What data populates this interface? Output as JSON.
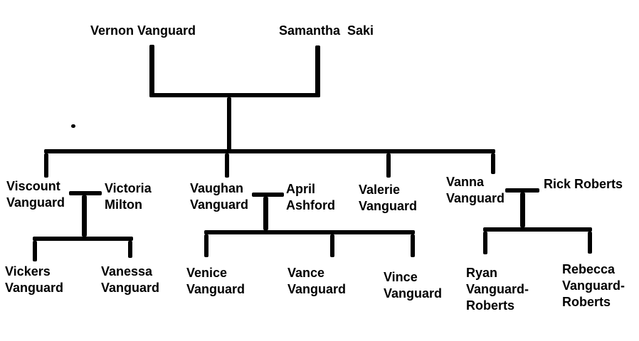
{
  "diagram": {
    "type": "family-tree",
    "background_color": "#ffffff",
    "line_color": "#000000",
    "text_color": "#000000"
  },
  "people": {
    "vernon": "Vernon Vanguard",
    "samantha": "Samantha  Saki",
    "viscount": "Viscount\nVanguard",
    "victoria": "Victoria\nMilton",
    "vaughan": "Vaughan\nVanguard",
    "april": "April\nAshford",
    "valerie": "Valerie\nVanguard",
    "vanna": "Vanna\nVanguard",
    "rick": "Rick Roberts",
    "vickers": "Vickers\nVanguard",
    "vanessa": "Vanessa\nVanguard",
    "venice": "Venice\nVanguard",
    "vance": "Vance\nVanguard",
    "vince": "Vince\nVanguard",
    "ryan": "Ryan\nVanguard-\nRoberts",
    "rebecca": "Rebecca\nVanguard-\nRoberts"
  },
  "families": [
    {
      "parents": [
        "Vernon Vanguard",
        "Samantha Saki"
      ],
      "children": [
        "Viscount Vanguard",
        "Vaughan Vanguard",
        "Valerie Vanguard",
        "Vanna Vanguard"
      ]
    },
    {
      "parents": [
        "Viscount Vanguard",
        "Victoria Milton"
      ],
      "children": [
        "Vickers Vanguard",
        "Vanessa Vanguard"
      ]
    },
    {
      "parents": [
        "Vaughan Vanguard",
        "April Ashford"
      ],
      "children": [
        "Venice Vanguard",
        "Vance Vanguard",
        "Vince Vanguard"
      ]
    },
    {
      "parents": [
        "Vanna Vanguard",
        "Rick Roberts"
      ],
      "children": [
        "Ryan Vanguard-Roberts",
        "Rebecca Vanguard-Roberts"
      ]
    }
  ]
}
